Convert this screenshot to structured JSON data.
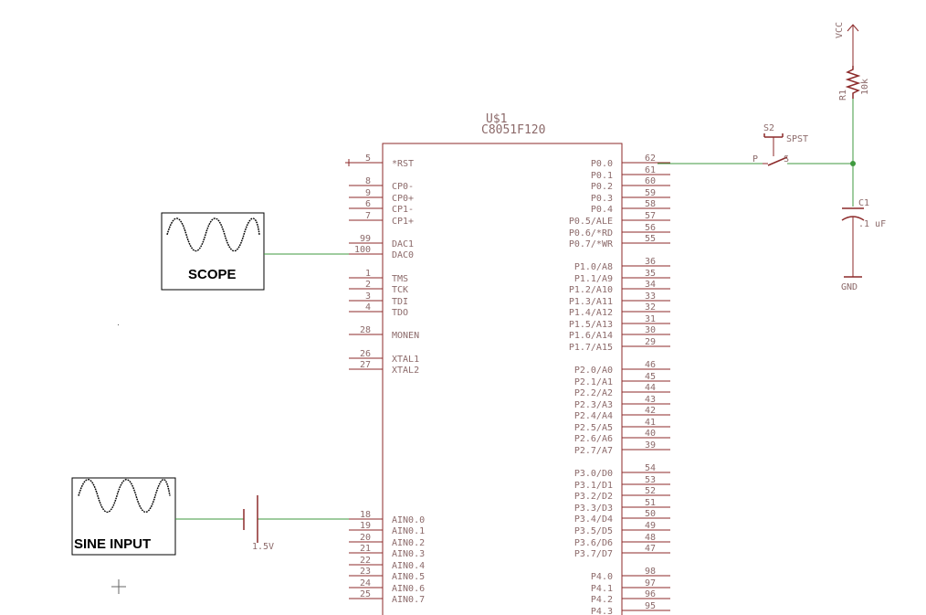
{
  "chip": {
    "name": "U$1",
    "part": "C8051F120",
    "left_pins": [
      {
        "num": "5",
        "label": "*RST"
      },
      {
        "num": "8",
        "label": "CP0-"
      },
      {
        "num": "9",
        "label": "CP0+"
      },
      {
        "num": "6",
        "label": "CP1-"
      },
      {
        "num": "7",
        "label": "CP1+"
      },
      {
        "num": "99",
        "label": "DAC1"
      },
      {
        "num": "100",
        "label": "DAC0"
      },
      {
        "num": "1",
        "label": "TMS"
      },
      {
        "num": "2",
        "label": "TCK"
      },
      {
        "num": "3",
        "label": "TDI"
      },
      {
        "num": "4",
        "label": "TDO"
      },
      {
        "num": "28",
        "label": "MONEN"
      },
      {
        "num": "26",
        "label": "XTAL1"
      },
      {
        "num": "27",
        "label": "XTAL2"
      },
      {
        "num": "18",
        "label": "AIN0.0"
      },
      {
        "num": "19",
        "label": "AIN0.1"
      },
      {
        "num": "20",
        "label": "AIN0.2"
      },
      {
        "num": "21",
        "label": "AIN0.3"
      },
      {
        "num": "22",
        "label": "AIN0.4"
      },
      {
        "num": "23",
        "label": "AIN0.5"
      },
      {
        "num": "24",
        "label": "AIN0.6"
      },
      {
        "num": "25",
        "label": "AIN0.7"
      }
    ],
    "right_pins": [
      {
        "num": "62",
        "label": "P0.0"
      },
      {
        "num": "61",
        "label": "P0.1"
      },
      {
        "num": "60",
        "label": "P0.2"
      },
      {
        "num": "59",
        "label": "P0.3"
      },
      {
        "num": "58",
        "label": "P0.4"
      },
      {
        "num": "57",
        "label": "P0.5/ALE"
      },
      {
        "num": "56",
        "label": "P0.6/*RD"
      },
      {
        "num": "55",
        "label": "P0.7/*WR"
      },
      {
        "num": "36",
        "label": "P1.0/A8"
      },
      {
        "num": "35",
        "label": "P1.1/A9"
      },
      {
        "num": "34",
        "label": "P1.2/A10"
      },
      {
        "num": "33",
        "label": "P1.3/A11"
      },
      {
        "num": "32",
        "label": "P1.4/A12"
      },
      {
        "num": "31",
        "label": "P1.5/A13"
      },
      {
        "num": "30",
        "label": "P1.6/A14"
      },
      {
        "num": "29",
        "label": "P1.7/A15"
      },
      {
        "num": "46",
        "label": "P2.0/A0"
      },
      {
        "num": "45",
        "label": "P2.1/A1"
      },
      {
        "num": "44",
        "label": "P2.2/A2"
      },
      {
        "num": "43",
        "label": "P2.3/A3"
      },
      {
        "num": "42",
        "label": "P2.4/A4"
      },
      {
        "num": "41",
        "label": "P2.5/A5"
      },
      {
        "num": "40",
        "label": "P2.6/A6"
      },
      {
        "num": "39",
        "label": "P2.7/A7"
      },
      {
        "num": "54",
        "label": "P3.0/D0"
      },
      {
        "num": "53",
        "label": "P3.1/D1"
      },
      {
        "num": "52",
        "label": "P3.2/D2"
      },
      {
        "num": "51",
        "label": "P3.3/D3"
      },
      {
        "num": "50",
        "label": "P3.4/D4"
      },
      {
        "num": "49",
        "label": "P3.5/D5"
      },
      {
        "num": "48",
        "label": "P3.6/D6"
      },
      {
        "num": "47",
        "label": "P3.7/D7"
      },
      {
        "num": "98",
        "label": "P4.0"
      },
      {
        "num": "97",
        "label": "P4.1"
      },
      {
        "num": "96",
        "label": "P4.2"
      },
      {
        "num": "95",
        "label": "P4.3"
      }
    ]
  },
  "scope": {
    "label": "SCOPE"
  },
  "sine": {
    "label": "SINE INPUT"
  },
  "battery": {
    "value": "1.5V"
  },
  "vcc": {
    "label": "VCC"
  },
  "r1": {
    "name": "R1",
    "value": "10k"
  },
  "s2": {
    "name": "S2",
    "type": "SPST",
    "p": "P",
    "s": "S"
  },
  "c1": {
    "name": "C1",
    "value": ".1 uF"
  },
  "gnd": {
    "label": "GND"
  },
  "colors": {
    "part": "#8c2a2a",
    "wire": "#3f9a3f",
    "text": "#8c6a6a"
  }
}
